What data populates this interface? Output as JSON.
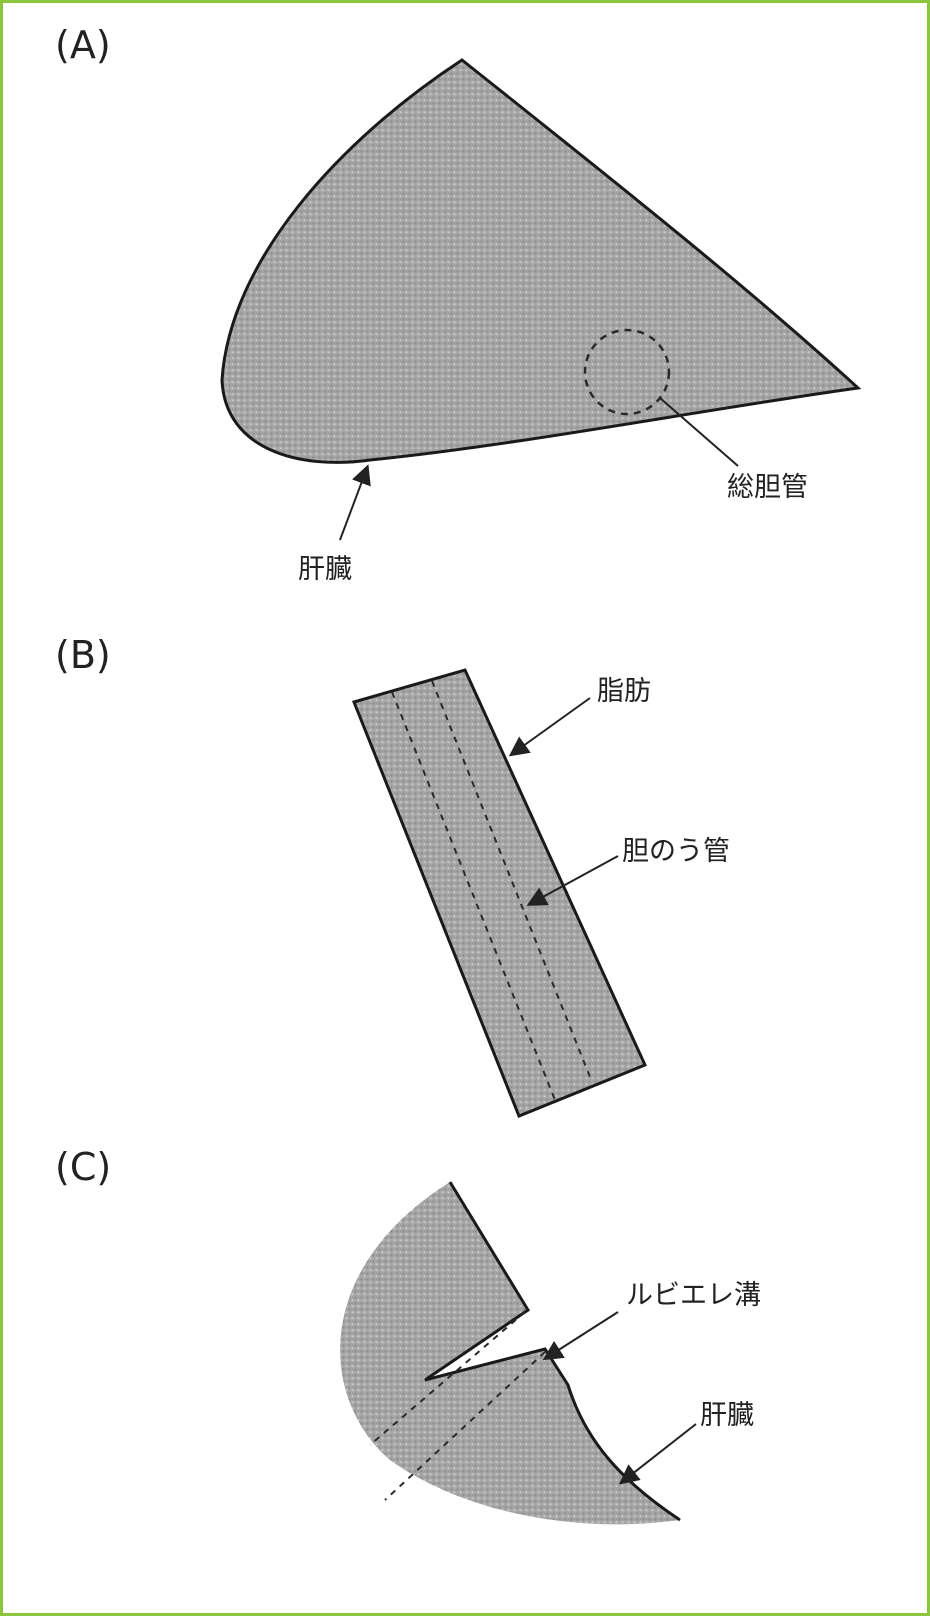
{
  "figure": {
    "border_color": "#8cc63f",
    "tissue_color": "#a9a9a9",
    "outline_color": "#1a1a1a"
  },
  "panel_a": {
    "label": "(A)",
    "liver_label": "肝臓",
    "duct_label": "総胆管"
  },
  "panel_b": {
    "label": "(B)",
    "fat_label": "脂肪",
    "cystic_duct_label": "胆のう管"
  },
  "panel_c": {
    "label": "(C)",
    "sulcus_label": "ルビエレ溝",
    "liver_label": "肝臓"
  }
}
